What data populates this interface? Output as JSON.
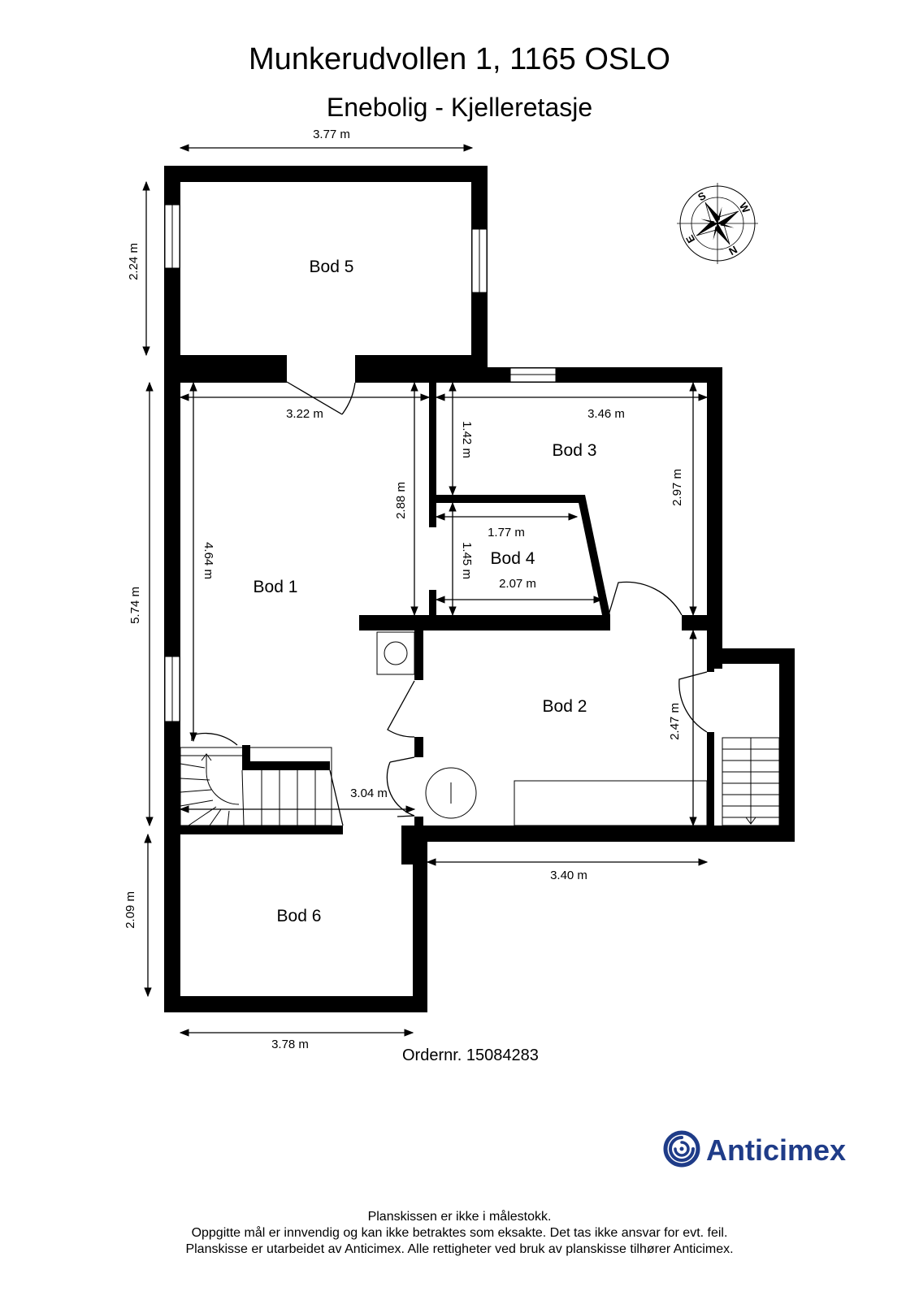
{
  "header": {
    "title": "Munkerudvollen 1, 1165 OSLO",
    "subtitle": "Enebolig  - Kjelleretasje"
  },
  "rooms": {
    "bod5": "Bod 5",
    "bod1": "Bod 1",
    "bod3": "Bod 3",
    "bod4": "Bod 4",
    "bod2": "Bod 2",
    "bod6": "Bod 6"
  },
  "dimensions": {
    "bod5_width": "3.77 m",
    "bod5_height": "2.24 m",
    "west_height": "5.74 m",
    "bod6_height": "2.09 m",
    "bod6_width": "3.78 m",
    "bod1_width": "3.22 m",
    "bod1_height": "4.64 m",
    "bod1_inner_height": "2.88 m",
    "bod3_width": "3.46 m",
    "bod3_depth": "1.42 m",
    "bod3_height": "2.97 m",
    "bod4_top": "1.77 m",
    "bod4_height": "1.45 m",
    "bod4_bottom": "2.07 m",
    "bod2_height": "2.47 m",
    "hall_width": "3.04 m",
    "bod2_width": "3.40 m"
  },
  "compass": {
    "letters": [
      "S",
      "W",
      "N",
      "E"
    ]
  },
  "footer": {
    "order": "Ordernr. 15084283",
    "brand": "Anticimex",
    "brand_color": "#1f3c88",
    "disclaimer": [
      "Planskissen er ikke i målestokk.",
      "Oppgitte mål er innvendig og kan ikke betraktes som eksakte. Det tas ikke ansvar for evt. feil.",
      "Planskisse er utarbeidet av Anticimex. Alle rettigheter ved bruk av planskisse tilhører Anticimex."
    ]
  }
}
